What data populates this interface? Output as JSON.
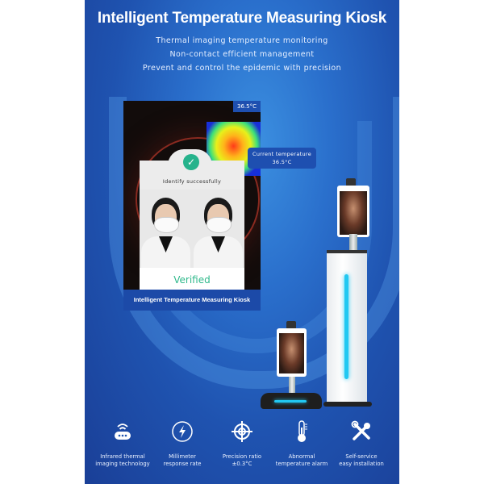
{
  "header": {
    "title": "Intelligent Temperature Measuring Kiosk",
    "subtitles": [
      "Thermal imaging temperature monitoring",
      "Non-contact efficient management",
      "Prevent and control the epidemic with precision"
    ]
  },
  "screen": {
    "temp_badge": "36.5°C",
    "status_text": "Identify successfully",
    "verified_label": "Verified",
    "footer_title": "Intelligent Temperature Measuring Kiosk",
    "check_icon": "✓"
  },
  "current_temperature": {
    "label": "Current temperature",
    "value": "36.5°C"
  },
  "features": [
    {
      "icon": "wifi-router-icon",
      "line1": "Infrared thermal",
      "line2": "imaging technology"
    },
    {
      "icon": "lightning-icon",
      "line1": "Millimeter",
      "line2": "response rate"
    },
    {
      "icon": "crosshair-icon",
      "line1": "Precision ratio",
      "line2": "±0.3°C"
    },
    {
      "icon": "thermometer-icon",
      "line1": "Abnormal",
      "line2": "temperature alarm"
    },
    {
      "icon": "tools-icon",
      "line1": "Self-service",
      "line2": "easy installation"
    }
  ],
  "colors": {
    "background_blue": "#2a6fcc",
    "accent_cyan": "#22c8f2",
    "verified_green": "#2fb98b",
    "badge_blue": "#1e4fb0"
  }
}
